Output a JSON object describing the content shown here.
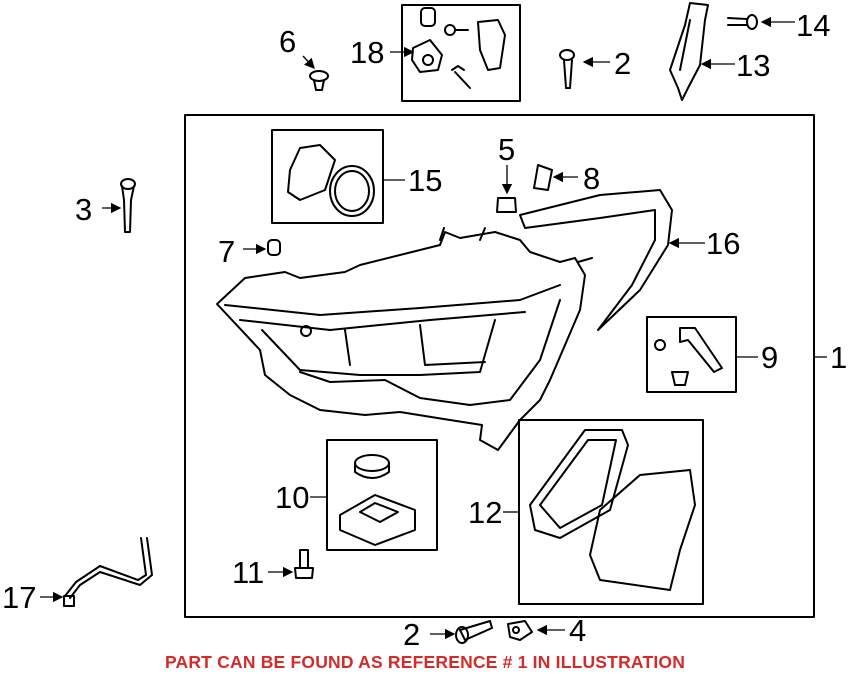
{
  "diagram": {
    "title": "Headlight assembly parts diagram",
    "callouts": [
      "1",
      "2",
      "2",
      "3",
      "4",
      "5",
      "6",
      "7",
      "8",
      "9",
      "10",
      "11",
      "12",
      "13",
      "14",
      "15",
      "16",
      "17",
      "18"
    ],
    "note": "PART CAN BE FOUND AS REFERENCE # 1 IN ILLUSTRATION",
    "note_color": "#d42a2a"
  }
}
